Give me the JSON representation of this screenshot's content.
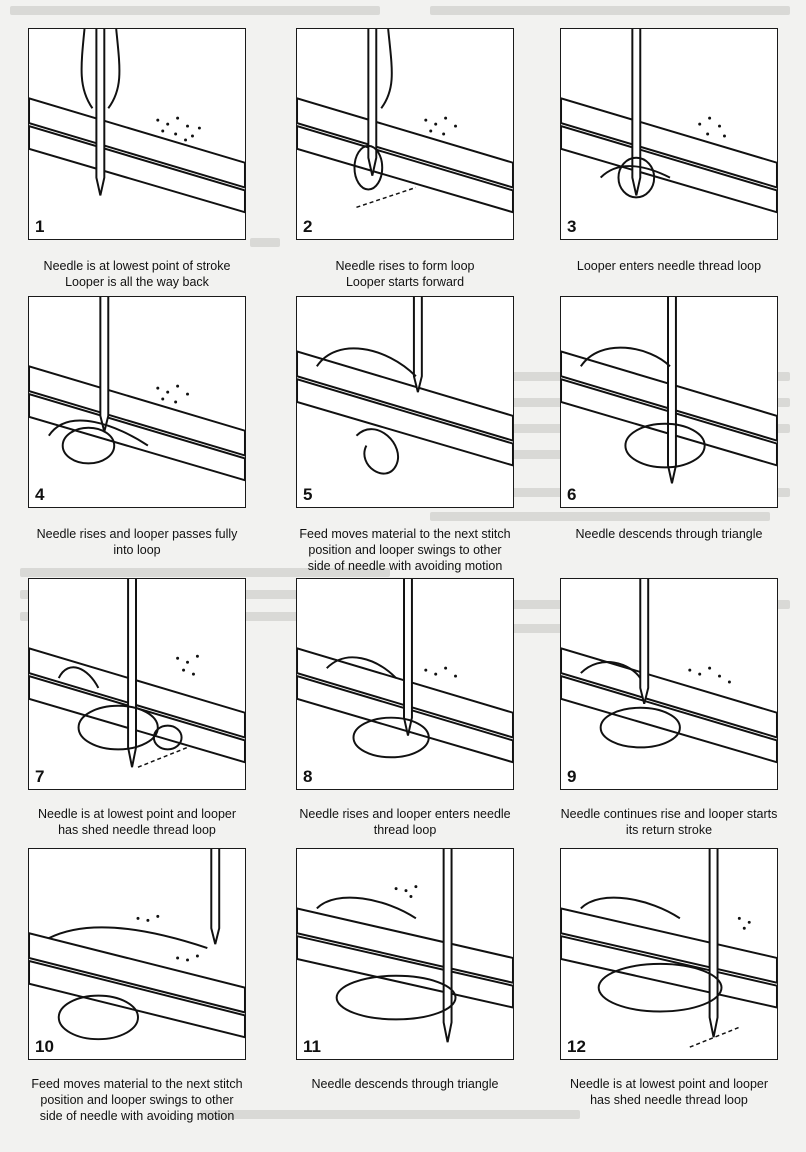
{
  "steps": [
    {
      "number": "1",
      "caption": "Needle is at lowest point of stroke\nLooper is all the way back"
    },
    {
      "number": "2",
      "caption": "Needle rises to form loop\nLooper starts forward"
    },
    {
      "number": "3",
      "caption": "Looper enters needle thread loop"
    },
    {
      "number": "4",
      "caption": "Needle rises and looper passes fully\ninto loop"
    },
    {
      "number": "5",
      "caption": "Feed moves material to the next stitch\nposition and looper swings to other\nside of needle with avoiding motion"
    },
    {
      "number": "6",
      "caption": "Needle descends through triangle"
    },
    {
      "number": "7",
      "caption": "Needle is at lowest point and looper\nhas shed needle thread loop"
    },
    {
      "number": "8",
      "caption": "Needle rises and looper enters needle\nthread loop"
    },
    {
      "number": "9",
      "caption": "Needle continues rise and looper starts\nits return stroke"
    },
    {
      "number": "10",
      "caption": "Feed moves material to the next stitch\nposition and looper swings to other\nside of needle with avoiding motion"
    },
    {
      "number": "11",
      "caption": "Needle descends through triangle"
    },
    {
      "number": "12",
      "caption": "Needle is at lowest point and looper\nhas shed needle thread loop"
    }
  ]
}
